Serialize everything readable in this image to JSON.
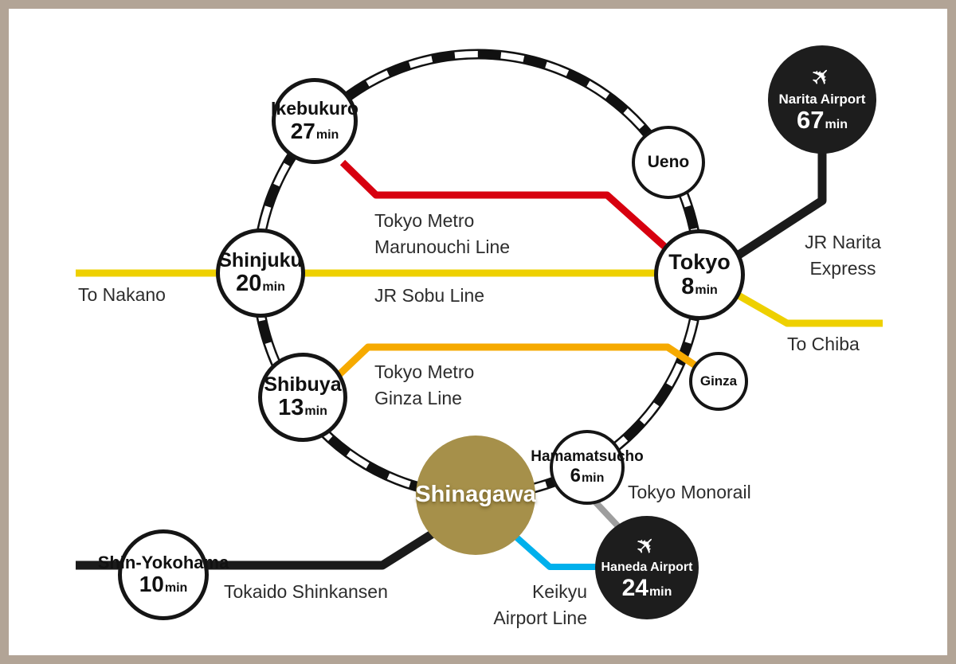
{
  "colors": {
    "frame": "#b2a496",
    "loop": "#111111",
    "marunouchi": "#d7000f",
    "sobu": "#eed000",
    "ginza": "#f6aa00",
    "narita_express": "#1b1b1b",
    "monorail": "#9e9e9e",
    "keikyu": "#00b0ec",
    "shinkansen": "#1b1b1b",
    "hub": "#a6904a",
    "airport": "#1d1d1d"
  },
  "stations": [
    {
      "name": "Ikebukuro",
      "time": "27",
      "unit": "min"
    },
    {
      "name": "Shinjuku",
      "time": "20",
      "unit": "min"
    },
    {
      "name": "Shibuya",
      "time": "13",
      "unit": "min"
    },
    {
      "name": "Tokyo",
      "time": "8",
      "unit": "min"
    },
    {
      "name": "Ueno"
    },
    {
      "name": "Ginza"
    },
    {
      "name": "Hamamatsucho",
      "time": "6",
      "unit": "min"
    },
    {
      "name": "Shinagawa"
    },
    {
      "name": "Shin-Yokohama",
      "time": "10",
      "unit": "min"
    }
  ],
  "airports": [
    {
      "name": "Narita Airport",
      "time": "67",
      "unit": "min"
    },
    {
      "name": "Haneda Airport",
      "time": "24",
      "unit": "min"
    }
  ],
  "labels": {
    "marunouchi_1": "Tokyo Metro",
    "marunouchi_2": "Marunouchi Line",
    "sobu": "JR Sobu Line",
    "ginza_1": "Tokyo Metro",
    "ginza_2": "Ginza Line",
    "narita_express_1": "JR Narita",
    "narita_express_2": "Express",
    "monorail": "Tokyo Monorail",
    "keikyu_1": "Keikyu",
    "keikyu_2": "Airport Line",
    "shinkansen": "Tokaido Shinkansen",
    "to_nakano": "To Nakano",
    "to_chiba": "To Chiba"
  }
}
